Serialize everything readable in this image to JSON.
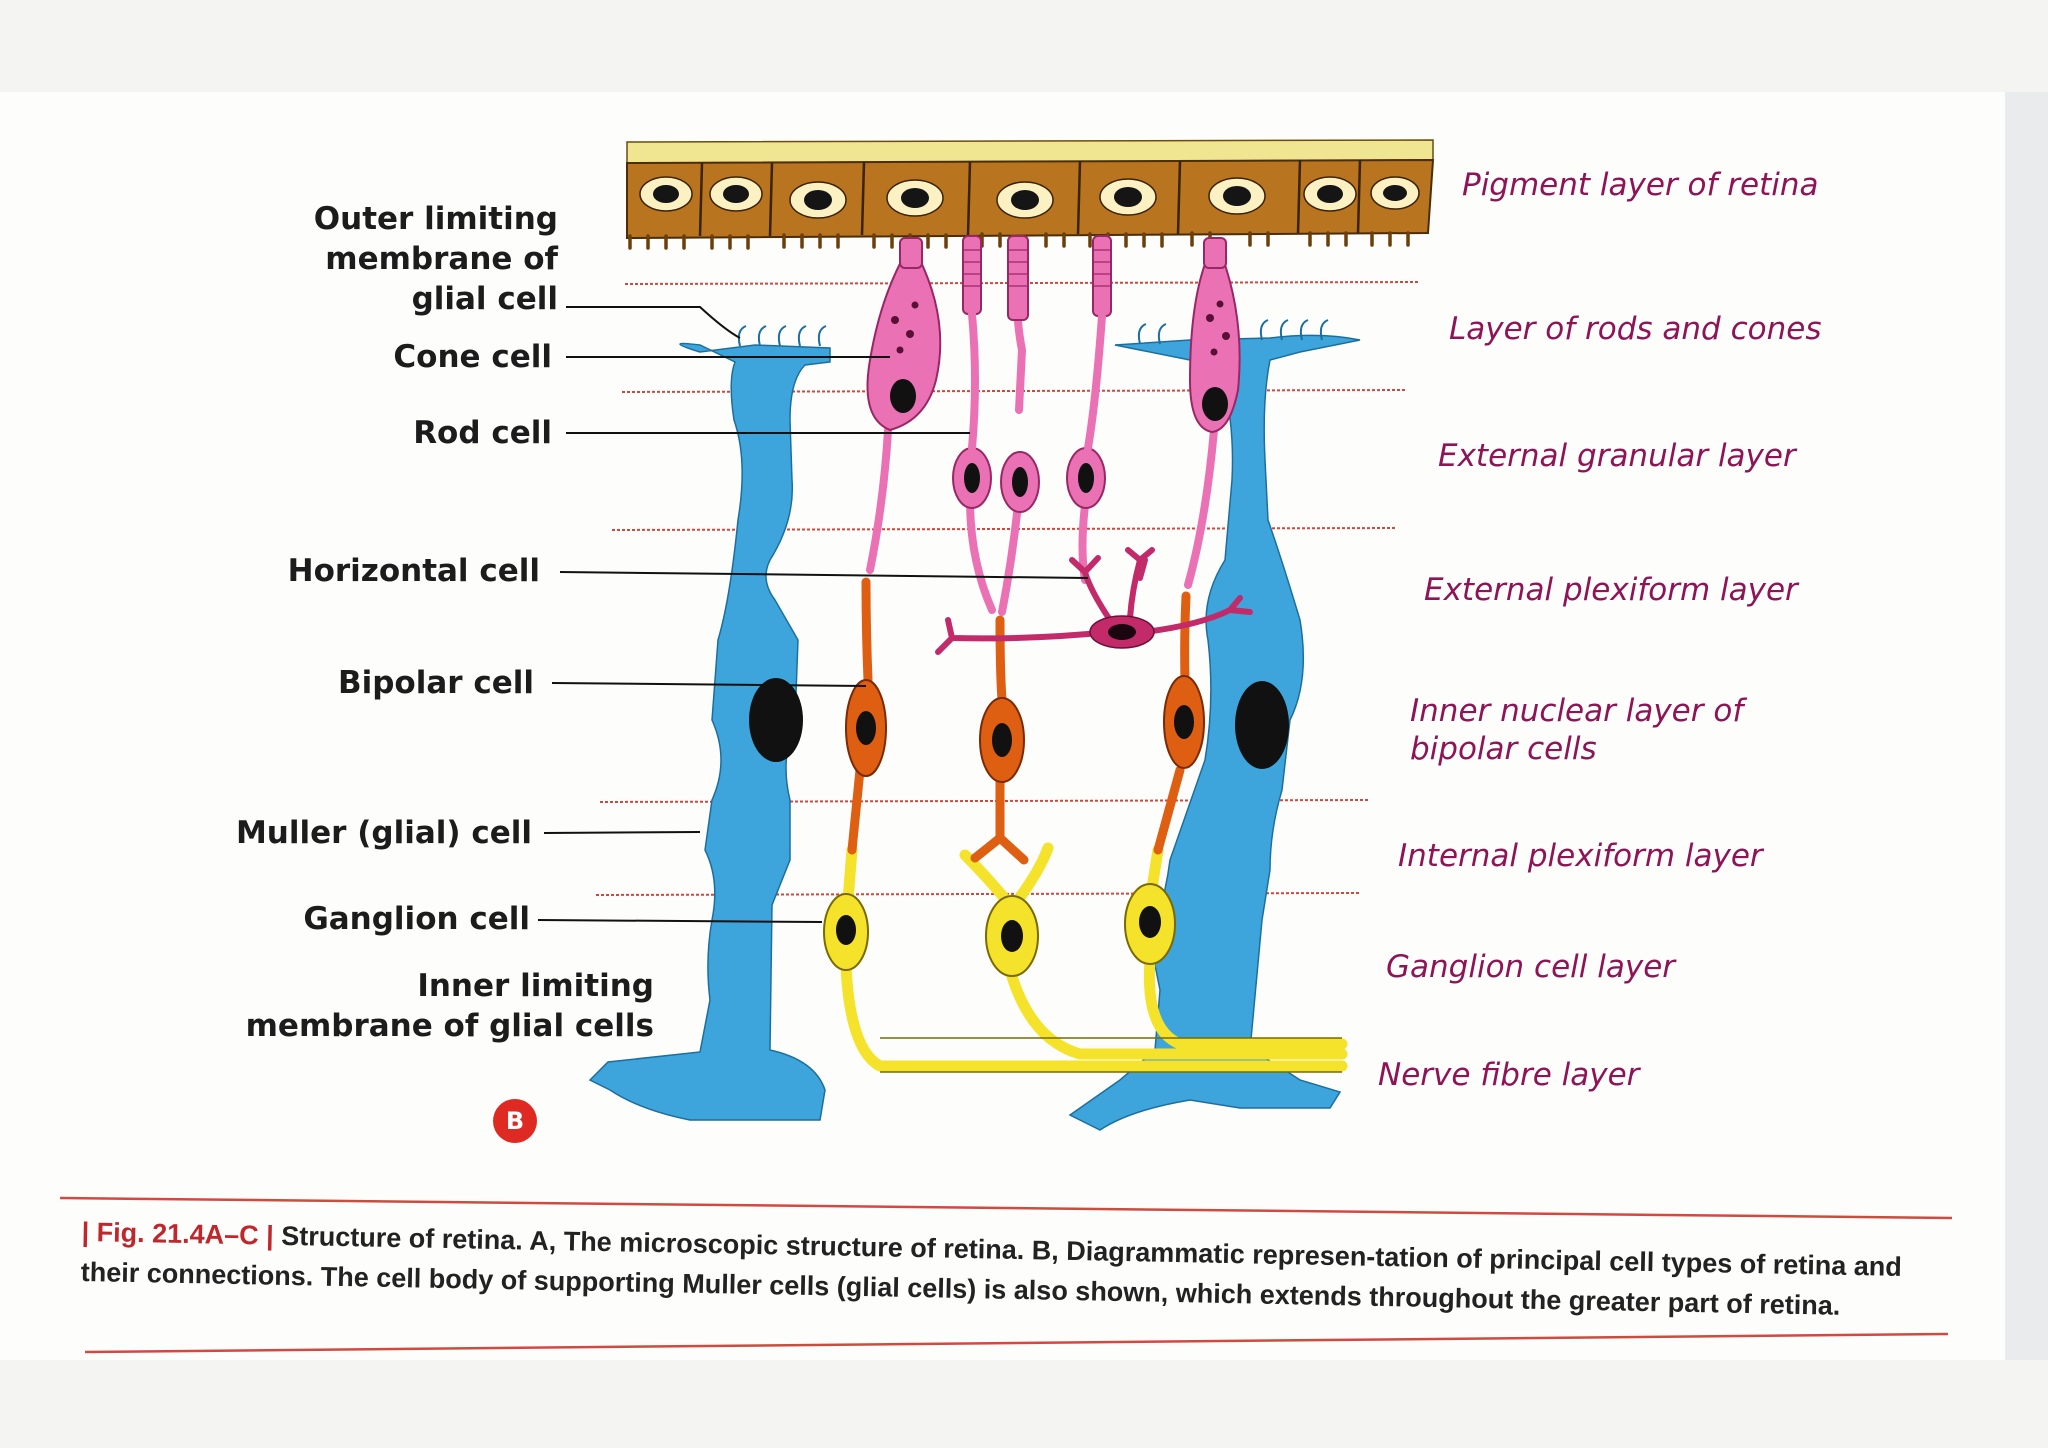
{
  "figure": {
    "panel": "B",
    "left_labels": [
      {
        "id": "outer-limiting-membrane",
        "text": "Outer limiting\nmembrane of\nglial cell"
      },
      {
        "id": "cone-cell",
        "text": "Cone cell"
      },
      {
        "id": "rod-cell",
        "text": "Rod cell"
      },
      {
        "id": "horizontal-cell",
        "text": "Horizontal cell"
      },
      {
        "id": "bipolar-cell",
        "text": "Bipolar cell"
      },
      {
        "id": "muller-cell",
        "text": "Muller (glial) cell"
      },
      {
        "id": "ganglion-cell",
        "text": "Ganglion cell"
      },
      {
        "id": "inner-limiting-membrane",
        "text": "Inner limiting\nmembrane of glial cells"
      }
    ],
    "layer_labels": [
      {
        "id": "pigment-layer",
        "text": "Pigment layer of retina"
      },
      {
        "id": "rods-cones-layer",
        "text": "Layer of rods and cones"
      },
      {
        "id": "external-granular-layer",
        "text": "External granular layer"
      },
      {
        "id": "external-plexiform-layer",
        "text": "External plexiform layer"
      },
      {
        "id": "inner-nuclear-layer",
        "text": "Inner nuclear layer of\nbipolar cells"
      },
      {
        "id": "internal-plexiform-layer",
        "text": "Internal plexiform layer"
      },
      {
        "id": "ganglion-cell-layer",
        "text": "Ganglion cell layer"
      },
      {
        "id": "nerve-fibre-layer",
        "text": "Nerve fibre layer"
      }
    ],
    "colors": {
      "muller": "#3ea5dc",
      "pigment": "#b8741e",
      "photoreceptor": "#ea72b4",
      "bipolar": "#de5f12",
      "horizontal": "#c22a6a",
      "ganglion": "#f5e22a",
      "layer_label": "#8e1456",
      "divider": "#d0473d"
    }
  },
  "caption": {
    "fig_no": "| Fig. 21.4A–C |",
    "text": "Structure of retina. A, The microscopic structure of retina. B, Diagrammatic represen-tation of principal cell types of retina and their connections. The cell body of supporting Muller cells (glial cells) is also shown, which extends throughout the greater part of retina."
  }
}
